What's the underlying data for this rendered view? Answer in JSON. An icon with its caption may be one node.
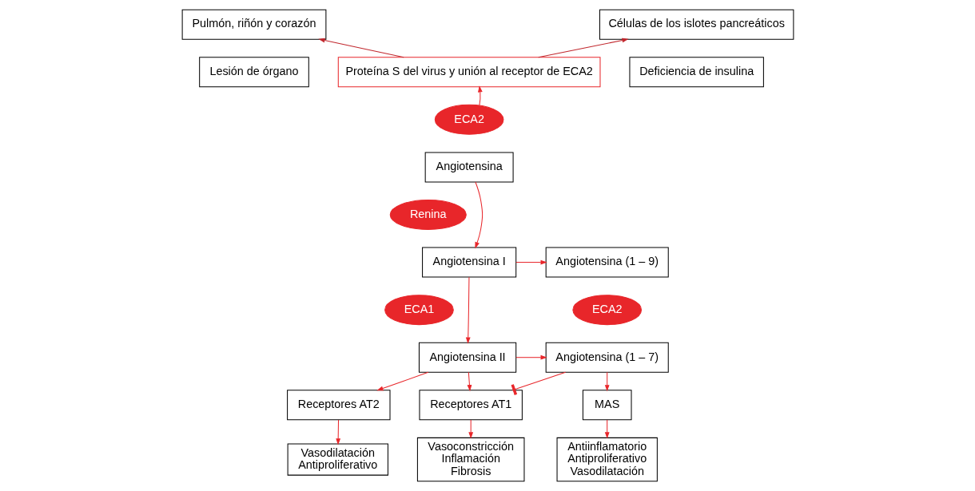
{
  "diagram": {
    "nodes": [
      {
        "text": [
          "Pulmón, riñón y corazón"
        ]
      },
      {
        "text": [
          "Células de los islotes pancreáticos"
        ]
      },
      {
        "text": [
          "Lesión de órgano"
        ]
      },
      {
        "text": [
          "Proteína S del virus y unión al receptor de ECA2"
        ]
      },
      {
        "text": [
          "Deficiencia de insulina"
        ]
      },
      {
        "text": [
          "ECA2"
        ]
      },
      {
        "text": [
          "Angiotensina"
        ]
      },
      {
        "text": [
          "Renina"
        ]
      },
      {
        "text": [
          "Angiotensina I"
        ]
      },
      {
        "text": [
          "Angiotensina (1 – 9)"
        ]
      },
      {
        "text": [
          "ECA1"
        ]
      },
      {
        "text": [
          "ECA2"
        ]
      },
      {
        "text": [
          "Angiotensina II"
        ]
      },
      {
        "text": [
          "Angiotensina (1 – 7)"
        ]
      },
      {
        "text": [
          "Receptores AT2"
        ]
      },
      {
        "text": [
          "Receptores AT1"
        ]
      },
      {
        "text": [
          "MAS"
        ]
      },
      {
        "text": [
          "Vasodilatación",
          "Antiproliferativo"
        ]
      },
      {
        "text": [
          "Vasoconstricción",
          "Inflamación",
          "Fibrosis"
        ]
      },
      {
        "text": [
          "Antiinflamatorio",
          "Antiproliferativo",
          "Vasodilatación"
        ]
      }
    ],
    "edges": [
      {
        "from": 3,
        "to": 0,
        "arrow": "to",
        "color": "#c1272d"
      },
      {
        "from": 3,
        "to": 1,
        "arrow": "to",
        "color": "#c1272d"
      },
      {
        "from": 5,
        "to": 3,
        "arrow": "to"
      },
      {
        "from": 6,
        "to": 8,
        "arrow": "to"
      },
      {
        "from": 8,
        "to": 9,
        "arrow": "to"
      },
      {
        "from": 8,
        "to": 12,
        "arrow": "to"
      },
      {
        "from": 12,
        "to": 13,
        "arrow": "to"
      },
      {
        "from": 13,
        "to": 15,
        "arrow": "other"
      },
      {
        "from": 12,
        "to": 14,
        "arrow": "to"
      },
      {
        "from": 12,
        "to": 15,
        "arrow": "to"
      },
      {
        "from": 13,
        "to": 16,
        "arrow": "to"
      },
      {
        "from": 14,
        "to": 17,
        "arrow": "to"
      },
      {
        "from": 15,
        "to": 18,
        "arrow": "to"
      },
      {
        "from": 16,
        "to": 19,
        "arrow": "to"
      }
    ]
  }
}
